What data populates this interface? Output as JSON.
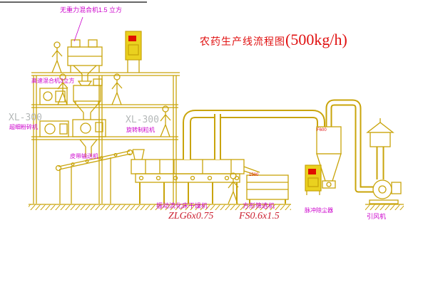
{
  "title": {
    "main": "农药生产线流程图",
    "capacity": "(500kg/h)"
  },
  "labels": {
    "top_mixer": "无重力混合机1.5 立方",
    "high_speed_mixer": "高速混合机3立方",
    "left_machine_model": "XL-300",
    "left_machine_name": "超细粉碎机",
    "right_machine_model": "XL-300",
    "right_machine_name": "旋转制粒机",
    "belt_conveyor": "皮带输送机",
    "dryer_name": "振动流化床干燥机",
    "dryer_model": "ZLG6x0.75",
    "sieve_name": "方形筛选机",
    "sieve_model": "FS0.6x1.5",
    "dust_collector": "脉冲除尘器",
    "fan": "引风机"
  },
  "annotations": {
    "cyclone_tag": "F600",
    "sieve_tag": "1500"
  },
  "colors": {
    "line": "#c9a40a",
    "label": "#cc00cc",
    "title_red": "#e01010",
    "model_gray": "#b4b8b8",
    "screen_red": "#e01000",
    "cabinet_fill": "#ead11f",
    "spec": "#cc2233",
    "background": "#ffffff"
  }
}
